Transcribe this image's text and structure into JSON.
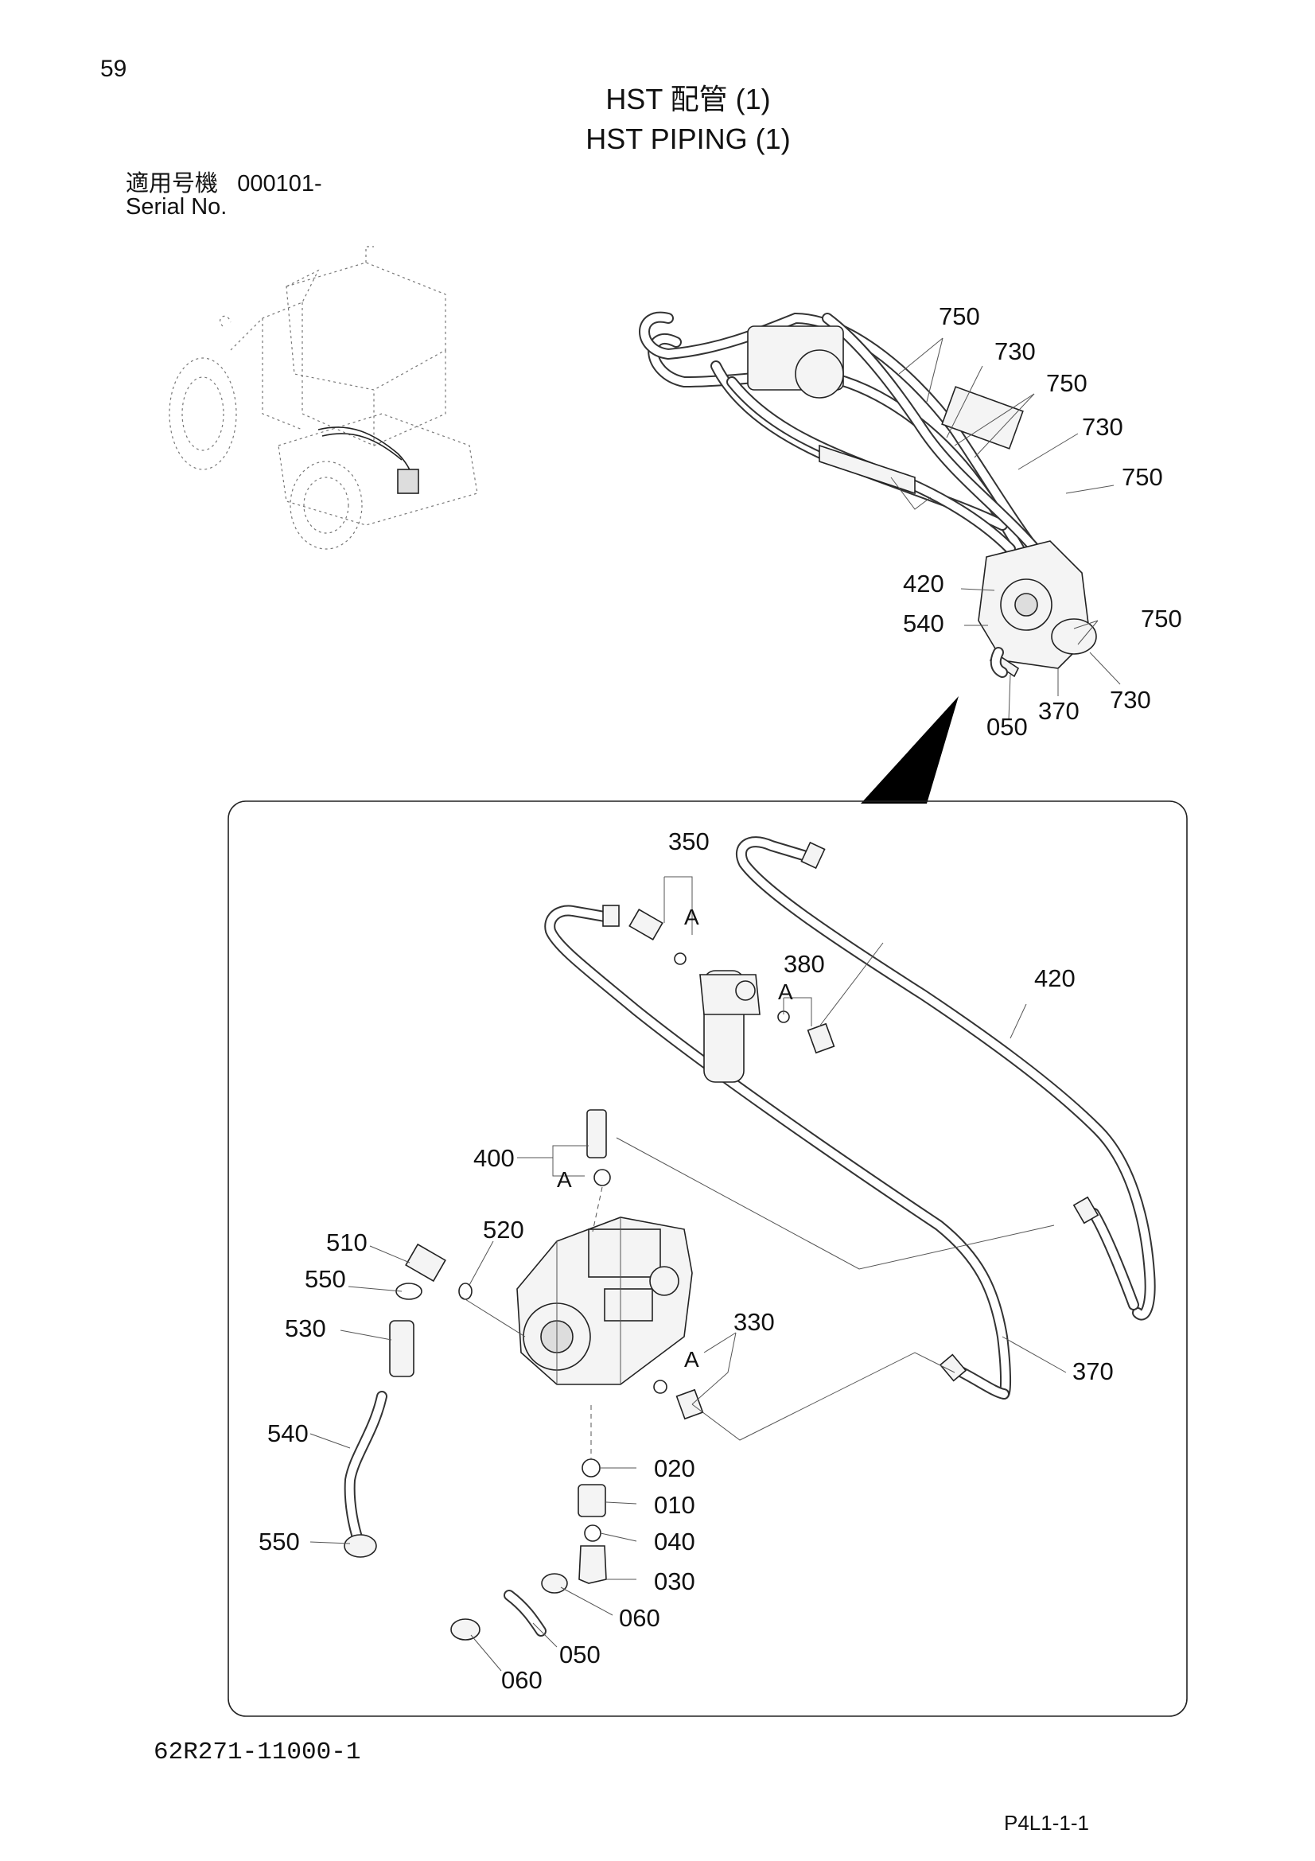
{
  "page": {
    "number": "59",
    "title_jp": "HST 配管 (1)",
    "title_en": "HST PIPING (1)",
    "serial_label_jp": "適用号機",
    "serial_value": "000101-",
    "serial_label_en": "Serial No.",
    "document_code": "62R271-11000-1",
    "page_reference": "P4L1-1-1"
  },
  "callouts": {
    "c750a": "750",
    "c730a": "730",
    "c750b": "750",
    "c730b": "730",
    "c750c": "750",
    "c420": "420",
    "c540": "540",
    "c750d": "750",
    "c730c": "730",
    "c050": "050",
    "c370": "370"
  },
  "detail": {
    "p350": "350",
    "p380": "380",
    "p420": "420",
    "p400": "400",
    "p510": "510",
    "p520": "520",
    "p550a": "550",
    "p530": "530",
    "p330": "330",
    "p370": "370",
    "p540": "540",
    "p550b": "550",
    "p020": "020",
    "p010": "010",
    "p040": "040",
    "p030": "030",
    "p060a": "060",
    "p050": "050",
    "p060b": "060",
    "a1": "A",
    "a2": "A",
    "a3": "A",
    "a4": "A"
  }
}
